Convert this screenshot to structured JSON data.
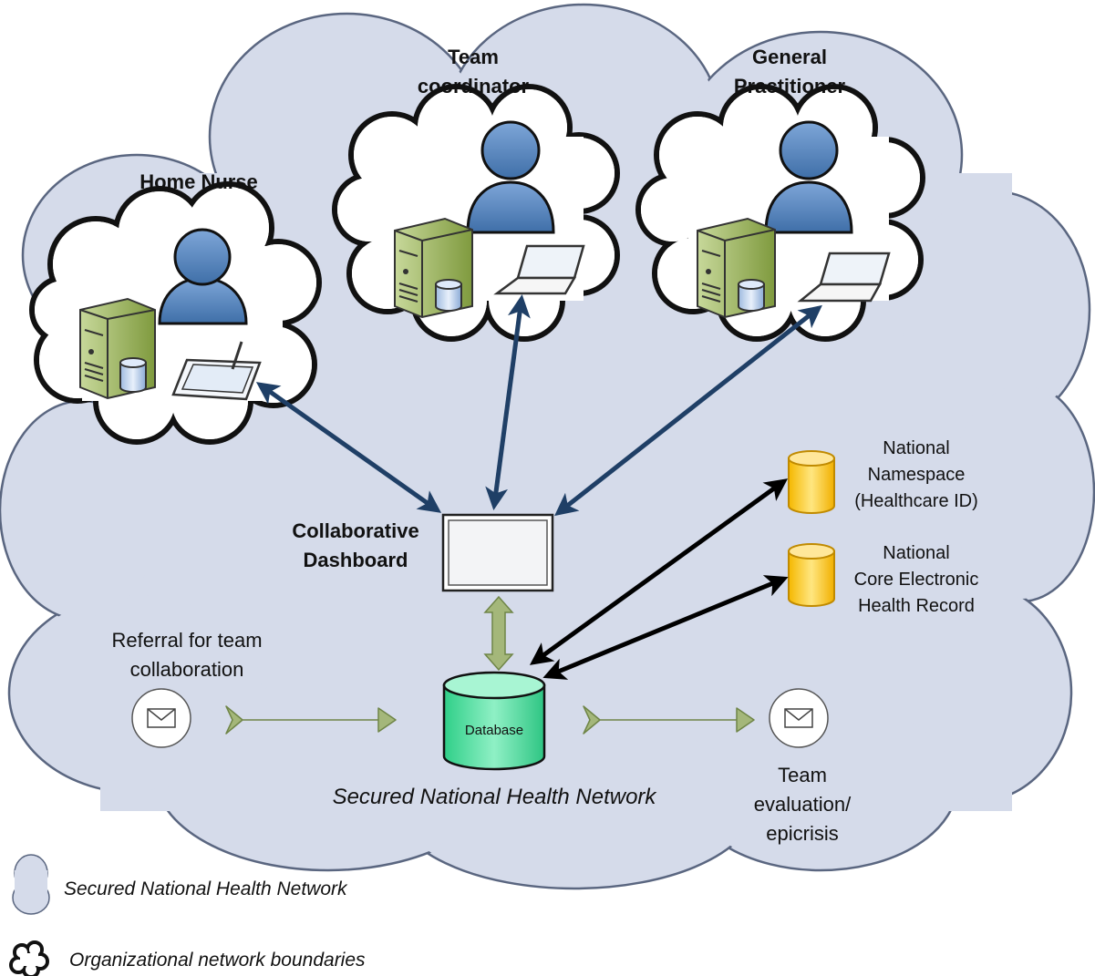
{
  "roles": {
    "home_nurse": "Home Nurse",
    "team_coordinator_1": "Team",
    "team_coordinator_2": "coordinator",
    "general_practitioner_1": "General",
    "general_practitioner_2": "Practitioner"
  },
  "dashboard": {
    "line1": "Collaborative",
    "line2": "Dashboard"
  },
  "database": {
    "label": "Database"
  },
  "registries": {
    "namespace": [
      "National",
      "Namespace",
      "(Healthcare ID)"
    ],
    "ehr": [
      "National",
      "Core Electronic",
      "Health Record"
    ]
  },
  "referral": {
    "line1": "Referral for team",
    "line2": "collaboration"
  },
  "evaluation": {
    "line1": "Team",
    "line2": "evaluation/",
    "line3": "epicrisis"
  },
  "network_label": "Secured National Health Network",
  "legend": {
    "network": "Secured National Health Network",
    "org": "Organizational network boundaries"
  },
  "colors": {
    "cloud_fill": "#d5dbea",
    "cloud_stroke": "#5a6680",
    "person_fill": "#4f81bd",
    "arrow_blue": "#1f3f66",
    "arrow_green": "#a4b77a",
    "database_fill": "#4ddfa0",
    "registry_fill": "#ffd23a",
    "server_fill": "#9bbb59"
  }
}
